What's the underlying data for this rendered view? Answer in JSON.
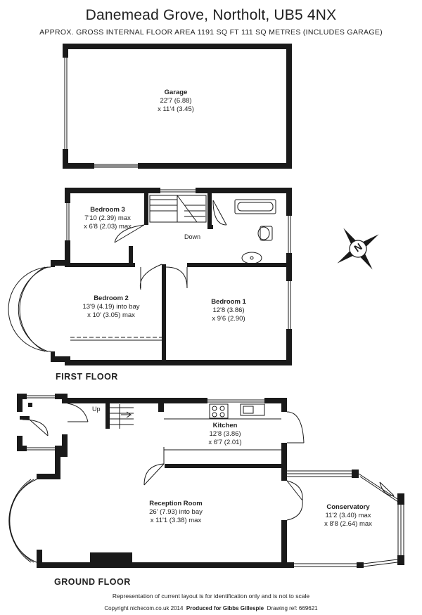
{
  "header": {
    "title": "Danemead Grove, Northolt, UB5 4NX",
    "subtitle": "APPROX. GROSS INTERNAL FLOOR AREA 1191 SQ FT 111 SQ METRES (INCLUDES GARAGE)"
  },
  "garage": {
    "name": "Garage",
    "dim1": "22'7 (6.88)",
    "dim2": "x 11'4 (3.45)"
  },
  "first_floor": {
    "label": "FIRST FLOOR",
    "bedroom3": {
      "name": "Bedroom 3",
      "dim1": "7'10 (2.39) max",
      "dim2": "x 6'8 (2.03) max"
    },
    "bedroom2": {
      "name": "Bedroom 2",
      "dim1": "13'9 (4.19) into bay",
      "dim2": "x 10' (3.05) max"
    },
    "bedroom1": {
      "name": "Bedroom 1",
      "dim1": "12'8 (3.86)",
      "dim2": "x 9'6 (2.90)"
    },
    "stairs_label": "Down"
  },
  "ground_floor": {
    "label": "GROUND FLOOR",
    "kitchen": {
      "name": "Kitchen",
      "dim1": "12'8 (3.86)",
      "dim2": "x 6'7 (2.01)"
    },
    "reception": {
      "name": "Reception Room",
      "dim1": "26' (7.93) into bay",
      "dim2": "x 11'1 (3.38) max"
    },
    "conservatory": {
      "name": "Conservatory",
      "dim1": "11'2 (3.40) max",
      "dim2": "x 8'8 (2.64) max"
    },
    "stairs_label": "Up"
  },
  "compass": {
    "letter": "N"
  },
  "footer": {
    "disclaimer": "Representation of current layout is for identification only and is not to scale",
    "copyright": "Copyright nichecom.co.uk 2014",
    "produced_for": "Produced for Gibbs Gillespie",
    "drawing_ref": "Drawing ref: 669621"
  }
}
